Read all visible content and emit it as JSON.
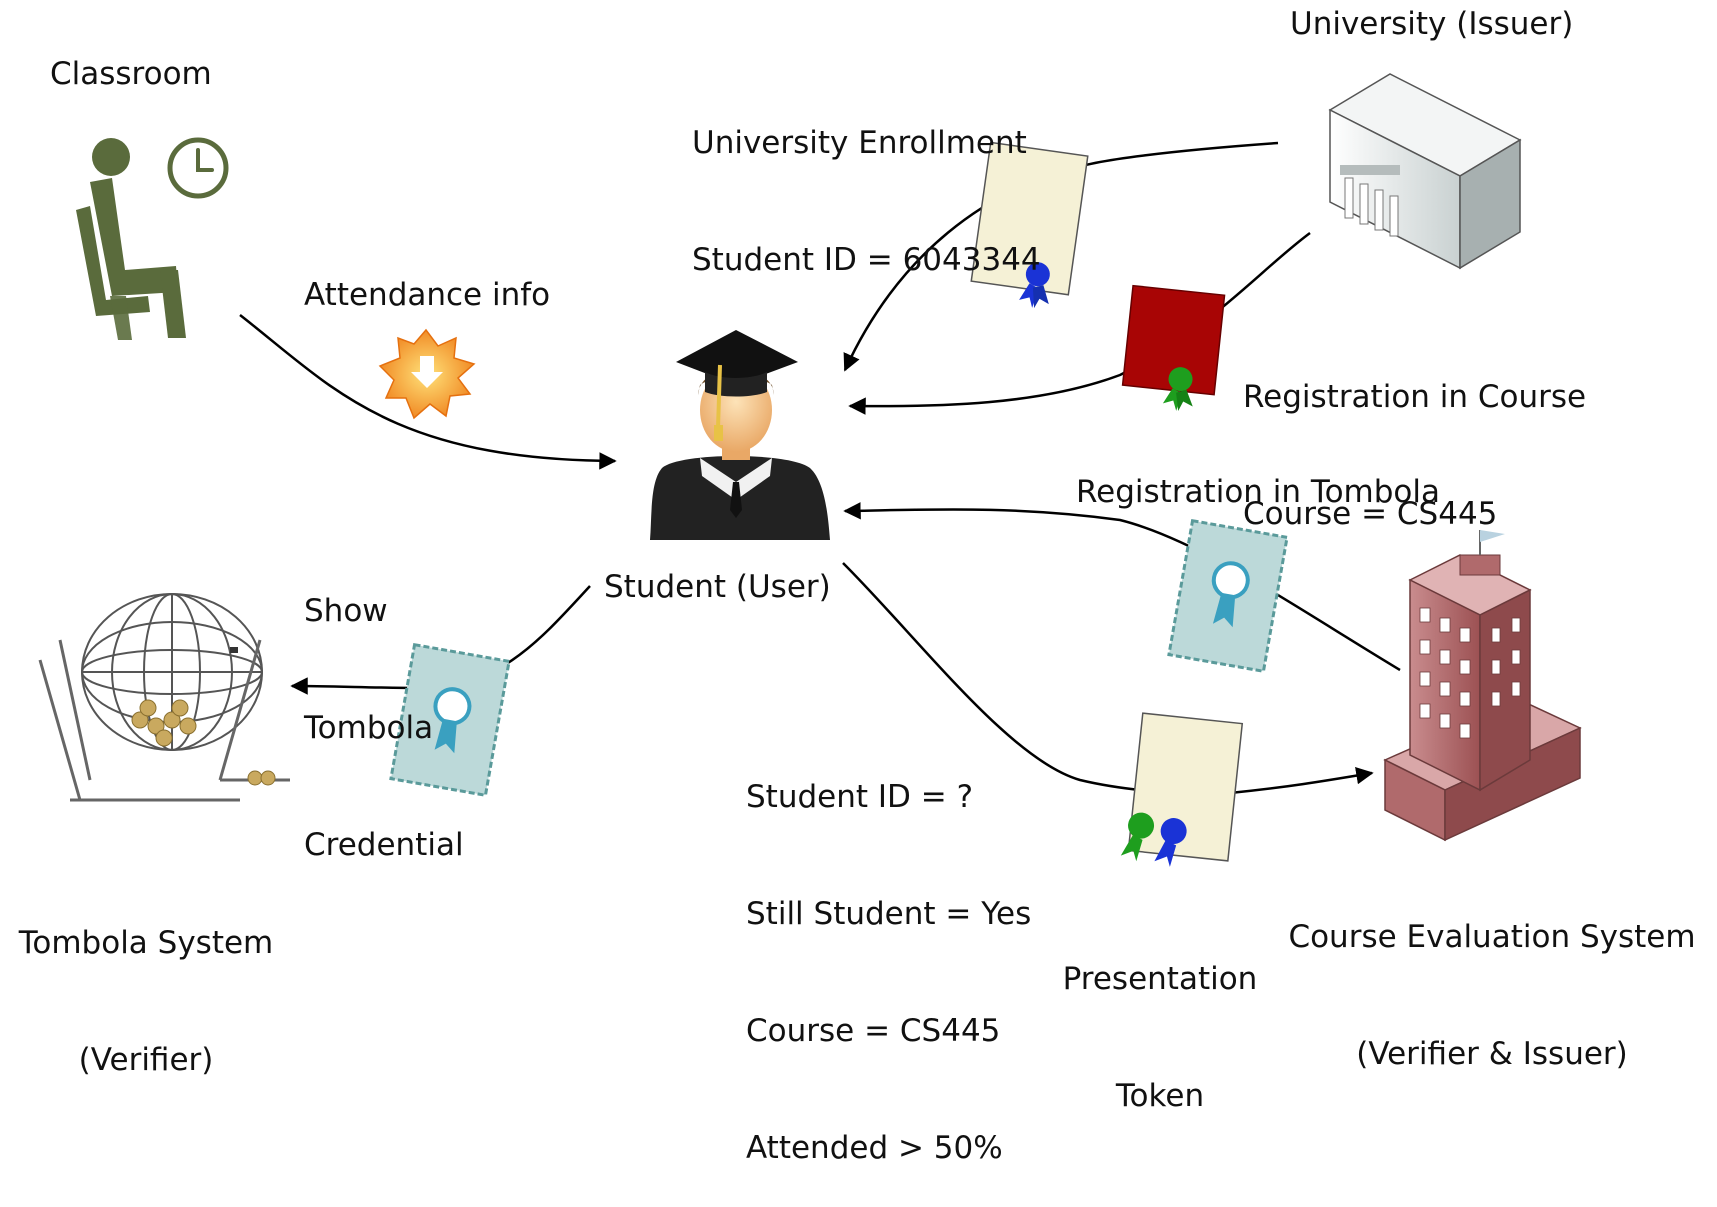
{
  "nodes": {
    "classroom": {
      "label": "Classroom",
      "icon": "seated-person-clock-icon"
    },
    "university": {
      "label": "University (Issuer)",
      "icon": "university-building-icon"
    },
    "student": {
      "label": "Student (User)",
      "icon": "graduate-student-icon"
    },
    "tombola": {
      "label_lines": [
        "Tombola System",
        "(Verifier)"
      ],
      "icon": "bingo-cage-icon"
    },
    "course_eval": {
      "label_lines": [
        "Course Evaluation System",
        "(Verifier & Issuer)"
      ],
      "icon": "office-tower-icon"
    }
  },
  "edges": {
    "attendance": {
      "label": "Attendance info",
      "icon": "starburst-download-icon"
    },
    "enrollment": {
      "label_lines": [
        "University Enrollment",
        "Student ID = 6043344"
      ],
      "icon": "certificate-blue-ribbon-icon"
    },
    "course_registration": {
      "label_lines": [
        "Registration in Course",
        "Course = CS445"
      ],
      "icon": "certificate-red-icon"
    },
    "tombola_registration": {
      "label": "Registration in Tombola",
      "icon": "certificate-teal-icon"
    },
    "show_tombola": {
      "label_lines": [
        "Show",
        "Tombola",
        "Credential"
      ],
      "icon": "certificate-teal-icon"
    },
    "presentation": {
      "claims": [
        "Student ID = ?",
        "Still Student = Yes",
        "Course = CS445",
        "Attended > 50%"
      ],
      "token_label_lines": [
        "Presentation",
        "Token"
      ],
      "icon": "presentation-token-icon"
    }
  },
  "colors": {
    "classroom_green": "#5a6b3c",
    "parchment": "#f5f1d6",
    "credential_red": "#a80505",
    "credential_teal": "#bcd9d9",
    "ribbon_blue": "#1a33d6",
    "ribbon_green": "#1e9e1e",
    "tower_red": "#a85b5e",
    "starburst_orange": "#f39a1e"
  }
}
